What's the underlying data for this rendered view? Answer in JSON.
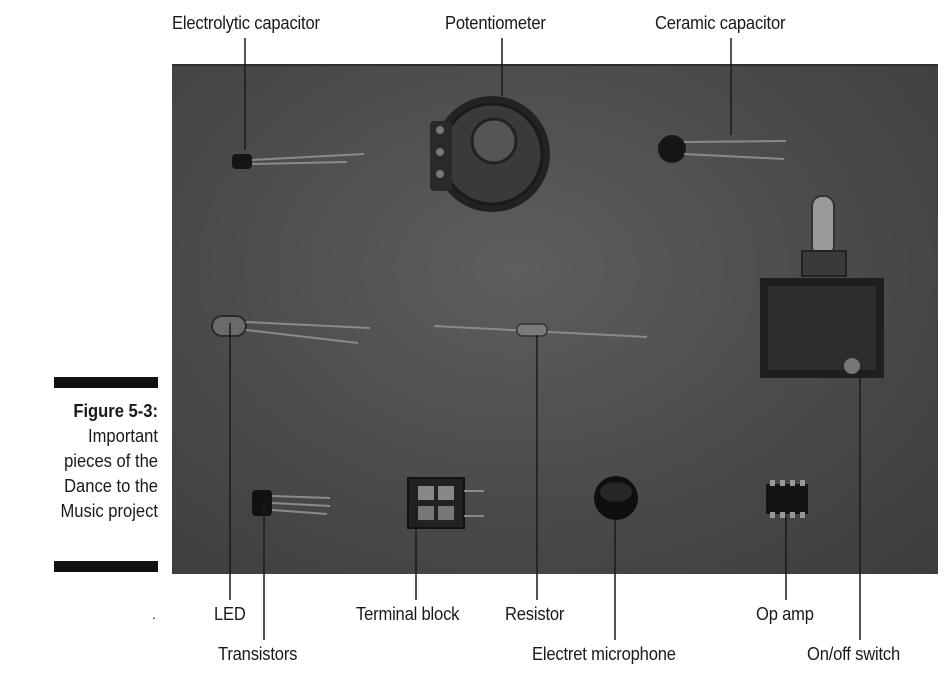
{
  "labels": {
    "electrolytic_capacitor": "Electrolytic capacitor",
    "potentiometer": "Potentiometer",
    "ceramic_capacitor": "Ceramic capacitor",
    "led": "LED",
    "transistors": "Transistors",
    "terminal_block": "Terminal block",
    "resistor": "Resistor",
    "electret_microphone": "Electret microphone",
    "op_amp": "Op amp",
    "on_off_switch": "On/off switch"
  },
  "caption": {
    "figure": "Figure 5-3:",
    "body": "Important pieces of the Dance to the Music project"
  },
  "stray_mark": "."
}
